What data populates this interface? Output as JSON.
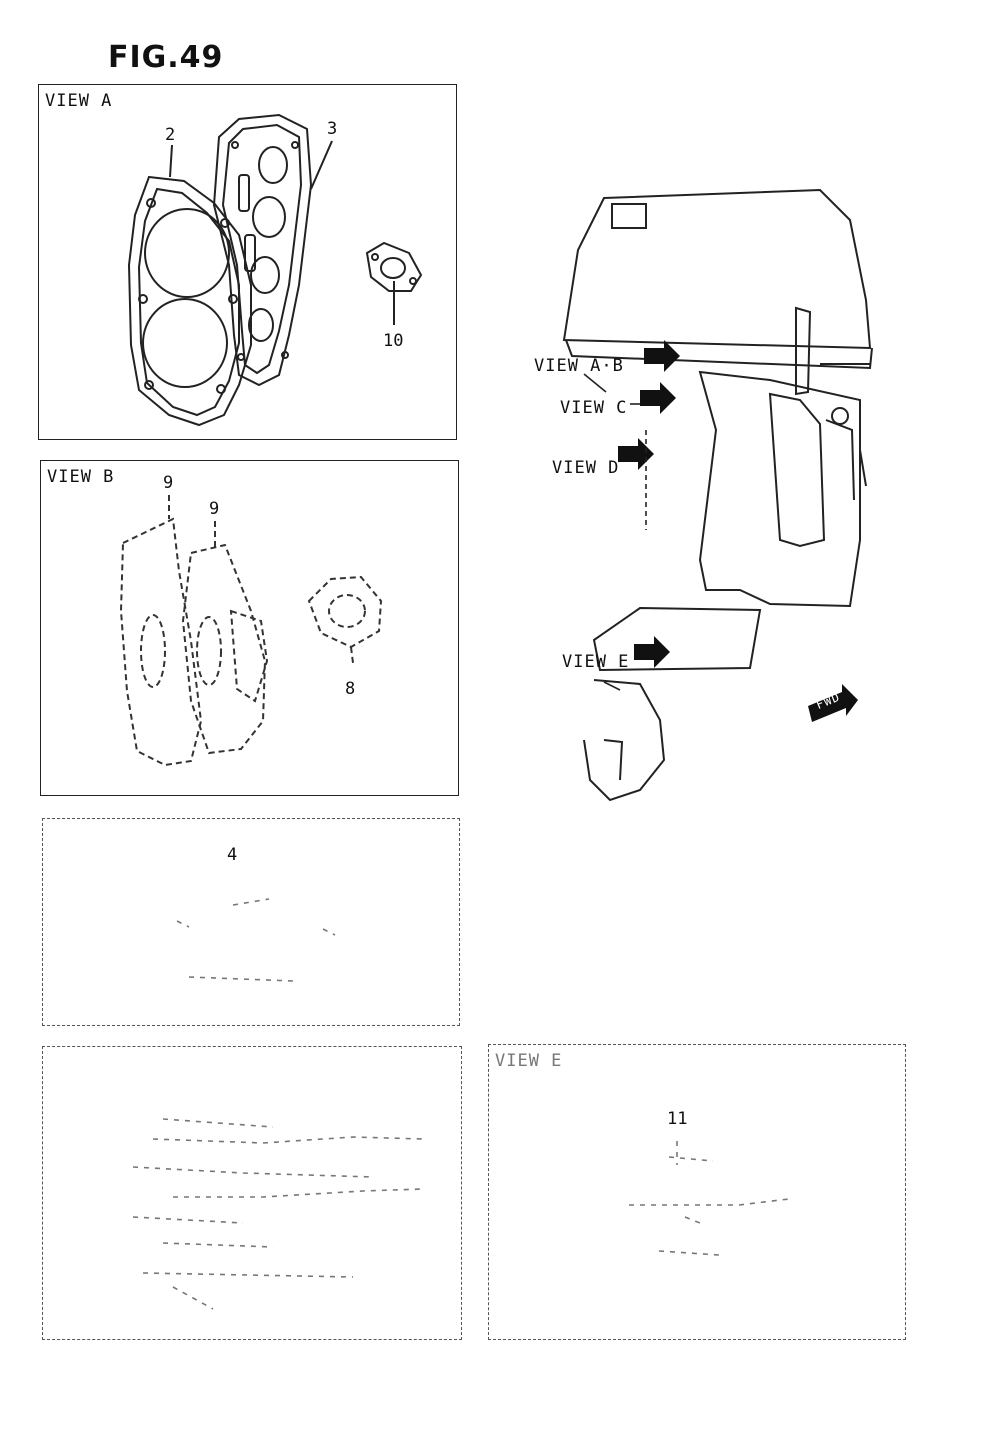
{
  "figure": {
    "title": "FIG.49"
  },
  "panels": {
    "view_a": {
      "label": "VIEW A",
      "callouts": [
        "2",
        "3",
        "10"
      ]
    },
    "view_b": {
      "label": "VIEW B",
      "callouts": [
        "9",
        "9",
        "8"
      ]
    },
    "view_c": {
      "label": "",
      "callouts": [
        "4"
      ]
    },
    "view_d": {
      "label": "",
      "callouts": []
    },
    "view_e": {
      "label": "VIEW E",
      "callouts": [
        "11"
      ]
    }
  },
  "engine": {
    "view_labels": [
      "VIEW A·B",
      "VIEW C",
      "VIEW D",
      "VIEW E"
    ],
    "fwd_label": "FWD"
  }
}
